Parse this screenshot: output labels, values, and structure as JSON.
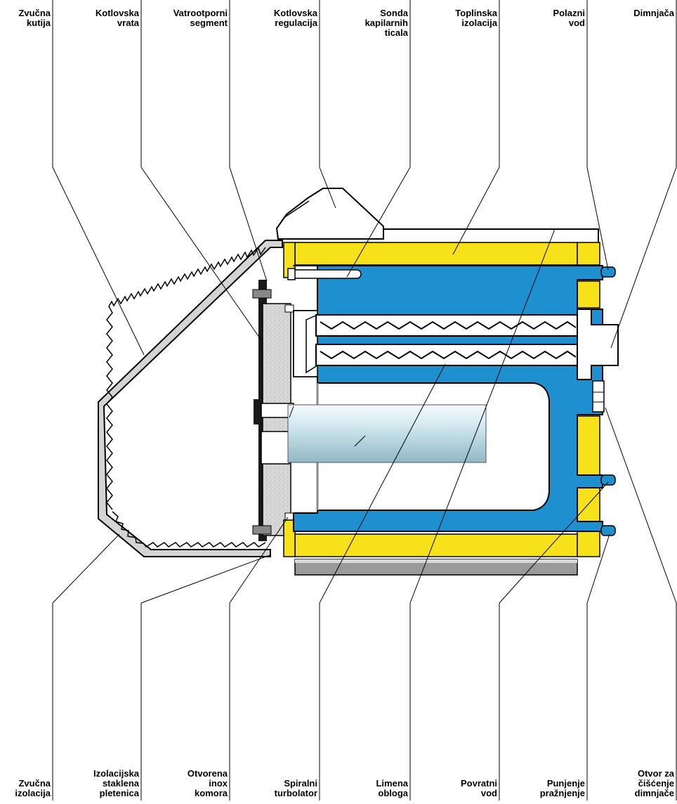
{
  "top_labels": [
    {
      "id": "zvucna-kutija",
      "lines": [
        "Zvučna",
        "kutija"
      ]
    },
    {
      "id": "kotlovska-vrata",
      "lines": [
        "Kotlovska",
        "vrata"
      ]
    },
    {
      "id": "vatrootporni-segment",
      "lines": [
        "Vatrootporni",
        "segment"
      ]
    },
    {
      "id": "kotlovska-regulacija",
      "lines": [
        "Kotlovska",
        "regulacija"
      ]
    },
    {
      "id": "sonda-kapilarnih-ticala",
      "lines": [
        "Sonda",
        "kapilarnih",
        "ticala"
      ]
    },
    {
      "id": "toplinska-izolacija",
      "lines": [
        "Toplinska",
        "izolacija"
      ]
    },
    {
      "id": "polazni-vod",
      "lines": [
        "Polazni",
        "vod"
      ]
    },
    {
      "id": "dimnjaca",
      "lines": [
        "Dimnjača"
      ]
    }
  ],
  "bottom_labels": [
    {
      "id": "zvucna-izolacija",
      "lines": [
        "Zvučna",
        "izolacija"
      ]
    },
    {
      "id": "izolacijska-staklena-pletenica",
      "lines": [
        "Izolacijska",
        "staklena",
        "pletenica"
      ]
    },
    {
      "id": "otvorena-inox-komora",
      "lines": [
        "Otvorena",
        "inox",
        "komora"
      ]
    },
    {
      "id": "spiralni-turbolator",
      "lines": [
        "Spiralni",
        "turbolator"
      ]
    },
    {
      "id": "limena-obloga",
      "lines": [
        "Limena",
        "obloga"
      ]
    },
    {
      "id": "povratni-vod",
      "lines": [
        "Povratni",
        "vod"
      ]
    },
    {
      "id": "punjenje-praznjenje",
      "lines": [
        "Punjenje",
        "pražnjenje"
      ]
    },
    {
      "id": "otvor-za-ciscenje-dimnjace",
      "lines": [
        "Otvor za",
        "čišćenje",
        "dimnjače"
      ]
    }
  ],
  "colors": {
    "water_jacket": "#1e90d0",
    "insulation": "#f7e21a",
    "sound_box": "#d4d4d4",
    "outline": "#000000",
    "casing": "#9a9a9a"
  }
}
